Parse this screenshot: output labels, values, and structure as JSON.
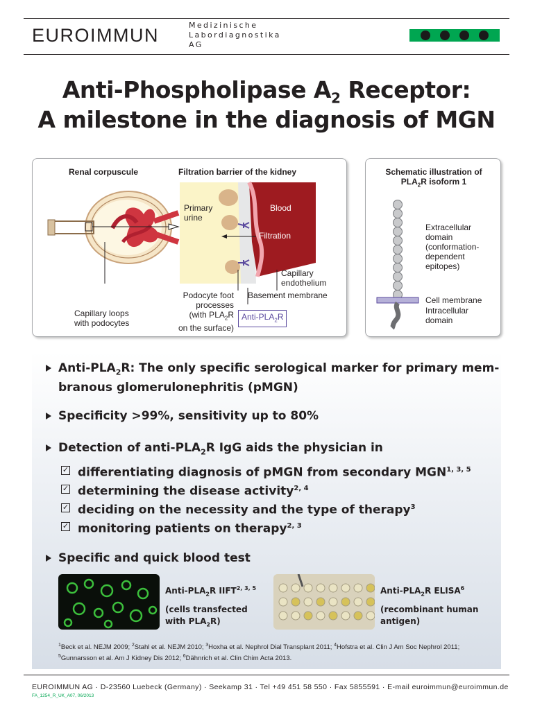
{
  "header": {
    "brand": "EUROIMMUN",
    "tagline": [
      "Medizinische",
      "Labordiagnostika",
      "AG"
    ],
    "logo_color": "#00a651"
  },
  "title": {
    "line1_a": "Anti-Phospholipase A",
    "line1_sub": "2",
    "line1_b": " Receptor:",
    "line2": "A milestone in the diagnosis of MGN"
  },
  "figure_left": {
    "heading_corpuscle": "Renal corpuscule",
    "heading_barrier": "Filtration barrier of the kidney",
    "primary_urine": [
      "Primary",
      "urine"
    ],
    "blood": "Blood",
    "filtration": "Filtration",
    "capillary_endothelium": [
      "Capillary",
      "endothelium"
    ],
    "basement_membrane": "Basement membrane",
    "podocyte": [
      "Podocyte foot",
      "processes",
      "(with PLA",
      "2",
      "R",
      "on the surface)"
    ],
    "capillary_loops": [
      "Capillary loops",
      "with podocytes"
    ],
    "anti_box": {
      "a": "Anti-PLA",
      "sub": "2",
      "b": "R"
    },
    "colors": {
      "blood": "#9e1b20",
      "urine": "#fbf4c8",
      "podocyte": "#d9b48a",
      "antibody": "#5b4a9e"
    }
  },
  "figure_right": {
    "heading": [
      "Schematic illustration of",
      "PLA",
      "2",
      "R isoform 1"
    ],
    "extracellular": [
      "Extracellular",
      "domain",
      "(conformation-",
      "dependent",
      "epitopes)"
    ],
    "cell_membrane": "Cell membrane",
    "intracellular": [
      "Intracellular",
      "domain"
    ]
  },
  "bullets": {
    "b1": {
      "a": "Anti-PLA",
      "sub": "2",
      "b": "R: The only specific serological marker for primary mem-",
      "line2": "branous glomerulonephritis (pMGN)"
    },
    "b2": "Specificity >99%, sensitivity up to 80%",
    "b3": {
      "a": "Detection of anti-PLA",
      "sub": "2",
      "b": "R IgG aids the physician in"
    },
    "checks": [
      {
        "text": "differentiating diagnosis of pMGN from secondary MGN",
        "sup": "1, 3, 5"
      },
      {
        "text": "determining the disease activity",
        "sup": "2, 4"
      },
      {
        "text": "deciding on the necessity and the type of therapy",
        "sup": "3"
      },
      {
        "text": "monitoring patients on therapy",
        "sup": "2, 3"
      }
    ],
    "b4": "Specific and quick blood test"
  },
  "tests": {
    "iift": {
      "a": "Anti-PLA",
      "sub": "2",
      "b": "R IIFT",
      "sup": "2, 3, 5",
      "line2": "(cells transfected",
      "line3_a": "with PLA",
      "line3_sub": "2",
      "line3_b": "R)"
    },
    "elisa": {
      "a": "Anti-PLA",
      "sub": "2",
      "b": "R ELISA",
      "sup": "6",
      "line2": "(recombinant human",
      "line3": "antigen)"
    }
  },
  "references": [
    {
      "n": "1",
      "t": "Beck et al. NEJM 2009; "
    },
    {
      "n": "2",
      "t": "Stahl et al. NEJM 2010; "
    },
    {
      "n": "3",
      "t": "Hoxha et al. Nephrol Dial Transplant 2011; "
    },
    {
      "n": "4",
      "t": "Hofstra et al. Clin J Am Soc Nephrol 2011; "
    },
    {
      "n": "5",
      "t": "Gunnarsson et al. Am J Kidney Dis 2012; "
    },
    {
      "n": "6",
      "t": "Dähnrich et al. Clin Chim Acta 2013."
    }
  ],
  "footer": {
    "address": "EUROIMMUN AG · D-23560 Luebeck (Germany) · Seekamp 31 · Tel +49 451 58 550 · Fax 5855591 · E-mail euroimmun@euroimmun.de",
    "doc_id": "FA_1254_R_UK_A07, 06/2013"
  }
}
